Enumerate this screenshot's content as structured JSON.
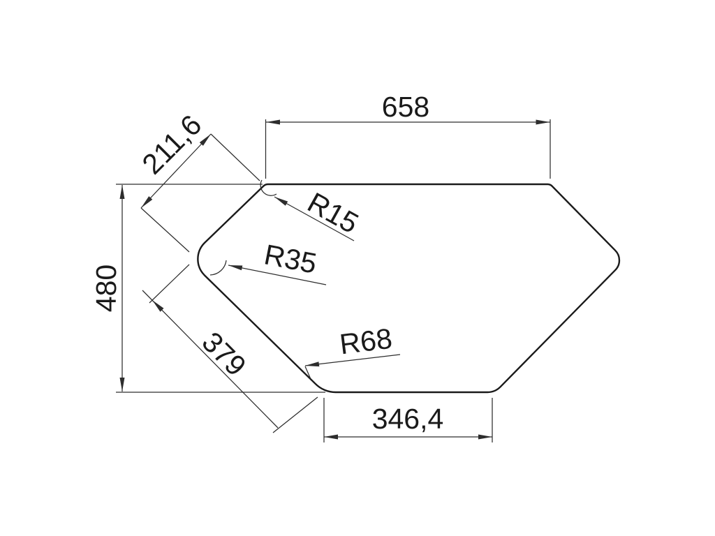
{
  "drawing": {
    "colors": {
      "background": "#ffffff",
      "dimension_lines": "#2d2d2d",
      "shape_outline": "#1a1a1a",
      "text": "#1a1a1a"
    },
    "labels": {
      "top_width": "658",
      "upper_left_edge": "211,6",
      "left_height": "480",
      "lower_left_edge": "379",
      "bottom_width": "346,4",
      "radius_top_left": "R15",
      "radius_left_vertex": "R35",
      "radius_bottom_left": "R68"
    }
  }
}
